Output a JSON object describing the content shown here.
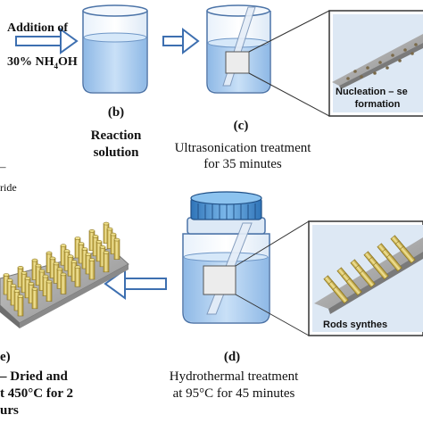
{
  "top": {
    "addition_label": "Addition of",
    "nh4oh_prefix": "30% NH",
    "nh4oh_sub": "4",
    "nh4oh_suffix": "OH"
  },
  "step_b": {
    "letter": "(b)",
    "line1": "Reaction",
    "line2": "solution"
  },
  "step_c": {
    "letter": "(c)",
    "line1": "Ultrasonication treatment",
    "line2": "for 35 minutes"
  },
  "inset_top": {
    "line1": "Nucleation – se",
    "line2": "formation"
  },
  "inset_bottom": {
    "line1": "Rods synthes"
  },
  "step_d": {
    "letter": "(d)",
    "line1": "Hydrothermal  treatment",
    "line2": "at 95°C for 45 minutes"
  },
  "step_e": {
    "letter": "e)",
    "line1": "– Dried and",
    "line2": "t 450°C for 2",
    "line3": "urs"
  },
  "left_fragment": {
    "dash": "–",
    "word": "ride"
  },
  "colors": {
    "arrow": "#3d6fb0",
    "water": "#a9cbee",
    "beaker_outline": "#4c74a8",
    "substrate": "#8a8a8a",
    "rods": "#d8c25a",
    "cap": "#4d93d3"
  }
}
